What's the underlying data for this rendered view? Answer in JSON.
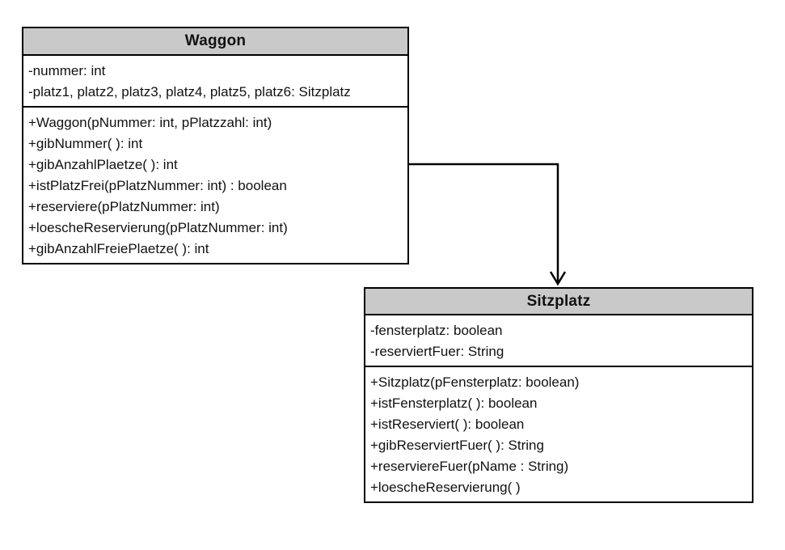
{
  "diagram": {
    "type": "uml-class-diagram",
    "colors": {
      "background": "#ffffff",
      "header_bg": "#c9c9c9",
      "border": "#000000",
      "text": "#111111"
    },
    "classes": [
      {
        "name": "Waggon",
        "attributes": [
          "-nummer: int",
          "-platz1, platz2, platz3, platz4, platz5, platz6: Sitzplatz"
        ],
        "methods": [
          "+Waggon(pNummer: int, pPlatzzahl: int)",
          "+gibNummer( ): int",
          "+gibAnzahlPlaetze( ): int",
          "+istPlatzFrei(pPlatzNummer: int) : boolean",
          "+reserviere(pPlatzNummer: int)",
          "+loescheReservierung(pPlatzNummer: int)",
          "+gibAnzahlFreiePlaetze( ): int"
        ]
      },
      {
        "name": "Sitzplatz",
        "attributes": [
          "-fensterplatz: boolean",
          "-reserviertFuer: String"
        ],
        "methods": [
          "+Sitzplatz(pFensterplatz: boolean)",
          "+istFensterplatz( ): boolean",
          "+istReserviert( ): boolean",
          "+gibReserviertFuer( ): String",
          "+reserviereFuer(pName : String)",
          "+loescheReservierung( )"
        ]
      }
    ],
    "connector": {
      "from": "Waggon",
      "to": "Sitzplatz",
      "style": "orthogonal-open-arrow"
    }
  }
}
